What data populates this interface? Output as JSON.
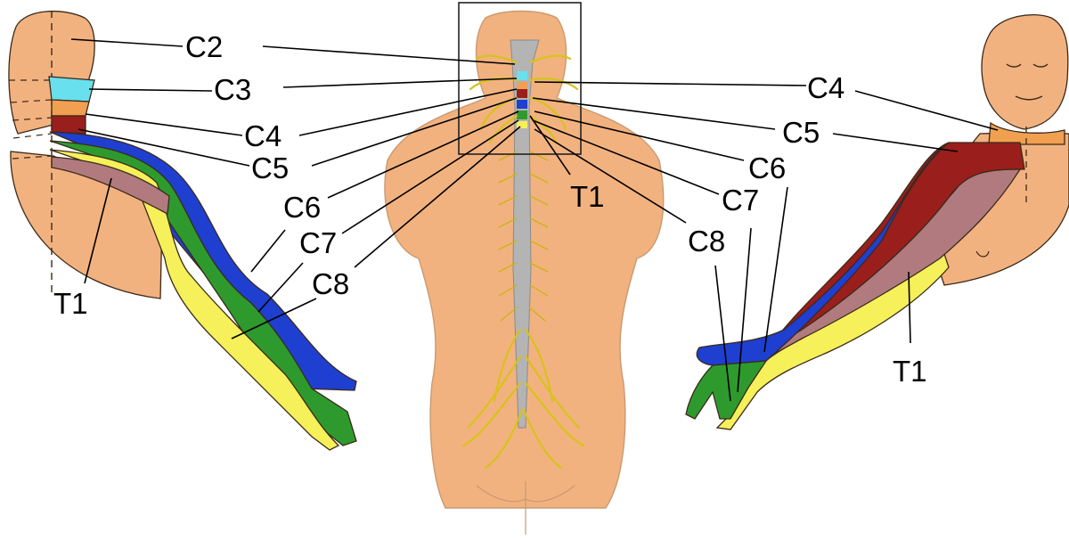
{
  "colors": {
    "skin": "#f2b27f",
    "C2": "#f2b27f",
    "C3": "#68e0ee",
    "C4": "#f0a050",
    "C5": "#9a1e1c",
    "C6": "#1f3fd0",
    "C7": "#2e9a2e",
    "C8": "#f6f05a",
    "T1": "#b07a7e",
    "spine": "#b4b4b4",
    "nerve": "#d8c21a"
  },
  "labels": {
    "left_c2": "C2",
    "left_c3": "C3",
    "left_c4": "C4",
    "left_c5": "C5",
    "left_c6": "C6",
    "left_c7": "C7",
    "left_c8": "C8",
    "left_t1": "T1",
    "center_t1": "T1",
    "right_c4": "C4",
    "right_c5": "C5",
    "right_c6": "C6",
    "right_c7": "C7",
    "right_c8": "C8",
    "right_t1": "T1"
  }
}
